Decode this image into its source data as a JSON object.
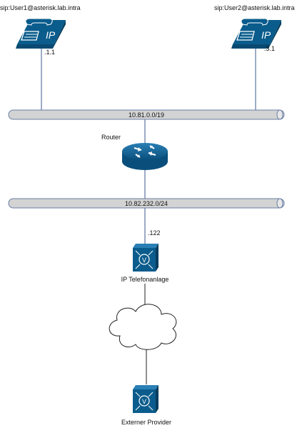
{
  "nodes": {
    "user1": {
      "sip": "sip:User1@asterisk.lab.intra",
      "ip_suffix": ".1.1",
      "icon": "ip-phone-icon"
    },
    "user2": {
      "sip": "sip:User2@asterisk.lab.intra",
      "ip_suffix": ".3.1",
      "icon": "ip-phone-icon"
    },
    "router": {
      "label": "Router",
      "icon": "router-icon"
    },
    "pbx": {
      "label": "IP Telefonanlage",
      "ip_suffix": ".122",
      "icon": "voice-switch-icon"
    },
    "cloud": {
      "icon": "cloud-icon"
    },
    "provider": {
      "label": "Externer Provider",
      "icon": "voice-switch-icon"
    }
  },
  "networks": {
    "upper": {
      "label": "10.81.0.0/19"
    },
    "lower": {
      "label": "10.82.232.0/24"
    }
  },
  "colors": {
    "device_blue": "#0a5c8c",
    "bus_fill": "#d3d3d3",
    "bus_stroke": "#6a7fa6",
    "link_line": "#7c8fb3"
  }
}
